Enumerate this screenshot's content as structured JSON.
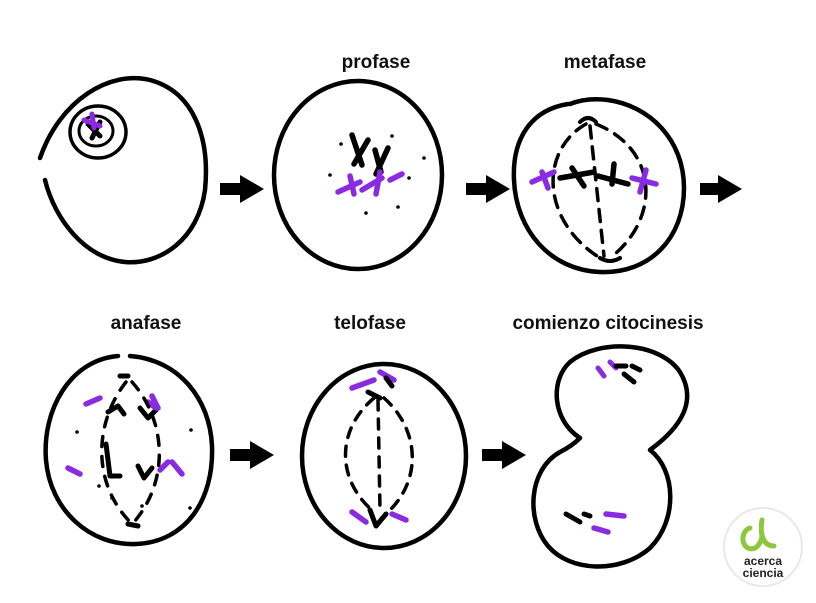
{
  "labels": {
    "profase": "profase",
    "metafase": "metafase",
    "anafase": "anafase",
    "telofase": "telofase",
    "citocinesis": "comienzo citocinesis"
  },
  "logo": {
    "line1": "acerca",
    "line2": "ciencia"
  },
  "colors": {
    "outline": "#000000",
    "chromosome_purple": "#8a2be2",
    "logo_green": "#8dc63f"
  }
}
